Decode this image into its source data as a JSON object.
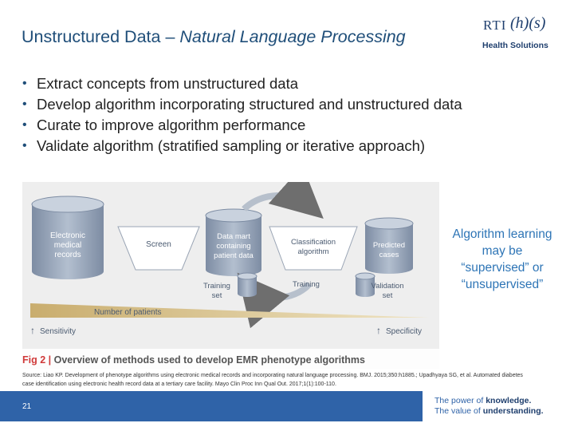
{
  "slide": {
    "title_main": "Unstructured Data – ",
    "title_italic": "Natural Language Processing",
    "bullets": [
      "Extract concepts from unstructured data",
      "Develop algorithm incorporating structured and unstructured data",
      "Curate to improve algorithm performance",
      "Validate algorithm (stratified sampling or iterative approach)"
    ],
    "side_note": "Algorithm learning may be “supervised” or “unsupervised”",
    "source": "Source: Liao KP. Development of phenotype algorithms using electronic medical records and incorporating natural language processing. BMJ. 2015;350:h1885.; Upadhyaya SG, et al. Automated diabetes case identification using electronic health record data at a tertiary care facility. Mayo Clin Proc Inn Qual Out. 2017;1(1):100-110.",
    "page_number": "21"
  },
  "logo": {
    "rti": "RTI",
    "hbs": "(h)(s)",
    "sub": "Health Solutions"
  },
  "figure": {
    "ehr_label_1": "Electronic",
    "ehr_label_2": "medical",
    "ehr_label_3": "records",
    "screen": "Screen",
    "datamart_1": "Data mart",
    "datamart_2": "containing",
    "datamart_3": "patient data",
    "classif_1": "Classification",
    "classif_2": "algorithm",
    "predicted_1": "Predicted",
    "predicted_2": "cases",
    "training_set_1": "Training",
    "training_set_2": "set",
    "training": "Training",
    "validation_1": "Validation",
    "validation_2": "set",
    "num_patients": "Number of patients",
    "sensitivity": "Sensitivity",
    "specificity": "Specificity",
    "caption_num": "Fig 2 |",
    "caption_text": " Overview of methods used to develop EMR phenotype algorithms"
  },
  "footer": {
    "line1_a": "The power of ",
    "line1_b": "knowledge.",
    "line2_a": "The value of ",
    "line2_b": "understanding."
  },
  "colors": {
    "title": "#1f4e79",
    "accent": "#2e75b6",
    "footer_bar": "#2f63a8",
    "cylinder": "#8c9bb0",
    "funnel": "#ffffff",
    "wedge": "#d8c69a"
  }
}
